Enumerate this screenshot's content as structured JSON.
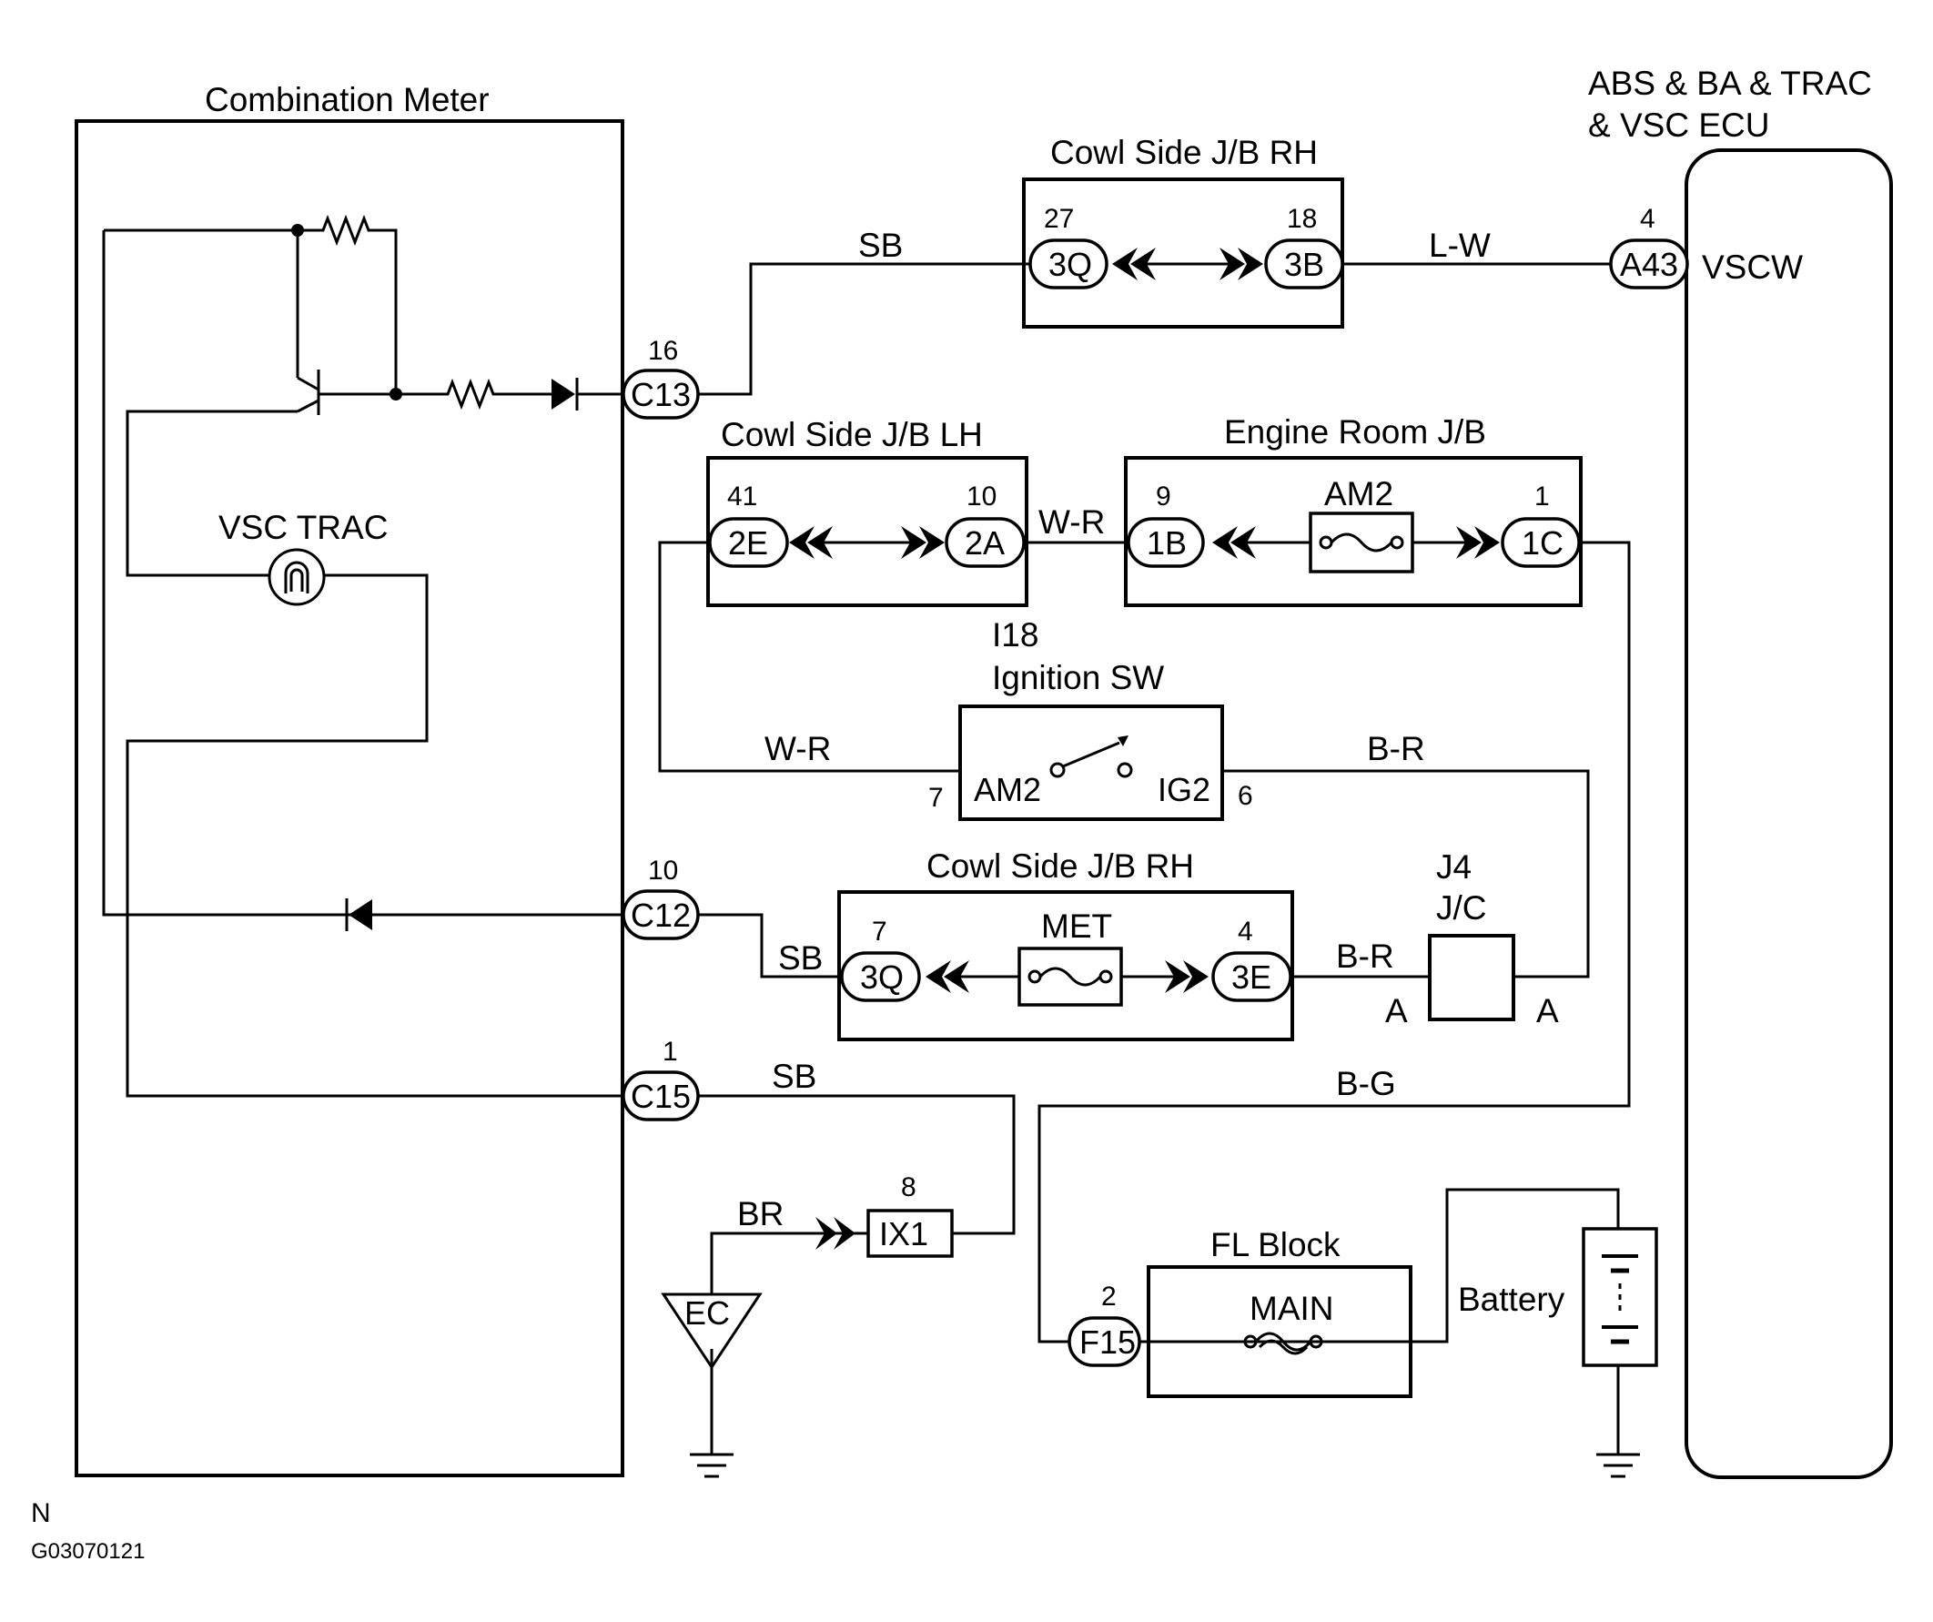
{
  "components": {
    "combination_meter": "Combination Meter",
    "vsc_trac": "VSC TRAC",
    "abs_ecu_line1": "ABS & BA & TRAC",
    "abs_ecu_line2": "& VSC ECU",
    "vscw": "VSCW",
    "cowl_rh_top": "Cowl Side J/B RH",
    "cowl_lh": "Cowl Side J/B LH",
    "engine_room": "Engine Room J/B",
    "ignition_id": "I18",
    "ignition": "Ignition SW",
    "cowl_rh_mid": "Cowl Side J/B RH",
    "jc_id": "J4",
    "jc": "J/C",
    "fl_block": "FL Block",
    "main_fuse": "MAIN",
    "battery": "Battery",
    "ground_ec": "EC",
    "fuse_am2": "AM2",
    "fuse_met": "MET"
  },
  "connectors": {
    "c13": "C13",
    "c13_pin": "16",
    "c12": "C12",
    "c12_pin": "10",
    "c15": "C15",
    "c15_pin": "1",
    "a43": "A43",
    "a43_pin": "4",
    "rh_3q": "3Q",
    "rh_3q_pin": "27",
    "rh_3b": "3B",
    "rh_3b_pin": "18",
    "lh_2e": "2E",
    "lh_2e_pin": "41",
    "lh_2a": "2A",
    "lh_2a_pin": "10",
    "er_1b": "1B",
    "er_1b_pin": "9",
    "er_1c": "1C",
    "er_1c_pin": "1",
    "rh2_3q": "3Q",
    "rh2_3q_pin": "7",
    "rh2_3e": "3E",
    "rh2_3e_pin": "4",
    "ix1": "IX1",
    "ix1_pin": "8",
    "f15": "F15",
    "f15_pin": "2",
    "ign_am2": "AM2",
    "ign_am2_pin": "7",
    "ign_ig2": "IG2",
    "ign_ig2_pin": "6",
    "jc_a_left": "A",
    "jc_a_right": "A"
  },
  "wires": {
    "sb_c13": "SB",
    "lw": "L-W",
    "wr_jb": "W-R",
    "wr_ign": "W-R",
    "br_ign": "B-R",
    "sb_c12": "SB",
    "br_jc": "B-R",
    "sb_c15": "SB",
    "bg": "B-G",
    "br_ground": "BR"
  },
  "footer": {
    "mark": "N",
    "code": "G03070121"
  }
}
